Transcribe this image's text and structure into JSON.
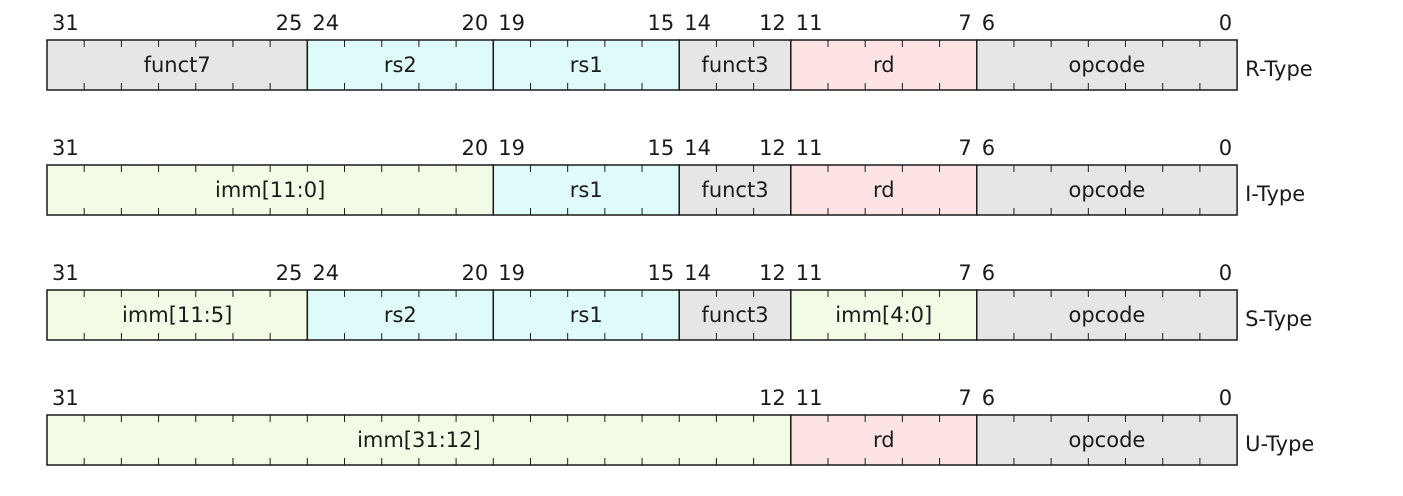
{
  "diagram": {
    "colors": {
      "gray": "#e6e6e6",
      "cyan": "#dffbf9",
      "pink": "#fde3e3",
      "green": "#f2fbe5",
      "border": "#1a1a1a"
    },
    "rows": [
      {
        "type": "R-Type",
        "fields": [
          {
            "name": "funct7",
            "hi": "31",
            "lo": "25",
            "color": "gray"
          },
          {
            "name": "rs2",
            "hi": "24",
            "lo": "20",
            "color": "cyan"
          },
          {
            "name": "rs1",
            "hi": "19",
            "lo": "15",
            "color": "cyan"
          },
          {
            "name": "funct3",
            "hi": "14",
            "lo": "12",
            "color": "gray"
          },
          {
            "name": "rd",
            "hi": "11",
            "lo": "7",
            "color": "pink"
          },
          {
            "name": "opcode",
            "hi": "6",
            "lo": "0",
            "color": "gray"
          }
        ]
      },
      {
        "type": "I-Type",
        "fields": [
          {
            "name": "imm[11:0]",
            "hi": "31",
            "lo": "20",
            "color": "green"
          },
          {
            "name": "rs1",
            "hi": "19",
            "lo": "15",
            "color": "cyan"
          },
          {
            "name": "funct3",
            "hi": "14",
            "lo": "12",
            "color": "gray"
          },
          {
            "name": "rd",
            "hi": "11",
            "lo": "7",
            "color": "pink"
          },
          {
            "name": "opcode",
            "hi": "6",
            "lo": "0",
            "color": "gray"
          }
        ]
      },
      {
        "type": "S-Type",
        "fields": [
          {
            "name": "imm[11:5]",
            "hi": "31",
            "lo": "25",
            "color": "green"
          },
          {
            "name": "rs2",
            "hi": "24",
            "lo": "20",
            "color": "cyan"
          },
          {
            "name": "rs1",
            "hi": "19",
            "lo": "15",
            "color": "cyan"
          },
          {
            "name": "funct3",
            "hi": "14",
            "lo": "12",
            "color": "gray"
          },
          {
            "name": "imm[4:0]",
            "hi": "11",
            "lo": "7",
            "color": "green"
          },
          {
            "name": "opcode",
            "hi": "6",
            "lo": "0",
            "color": "gray"
          }
        ]
      },
      {
        "type": "U-Type",
        "fields": [
          {
            "name": "imm[31:12]",
            "hi": "31",
            "lo": "12",
            "color": "green"
          },
          {
            "name": "rd",
            "hi": "11",
            "lo": "7",
            "color": "pink"
          },
          {
            "name": "opcode",
            "hi": "6",
            "lo": "0",
            "color": "gray"
          }
        ]
      }
    ]
  }
}
